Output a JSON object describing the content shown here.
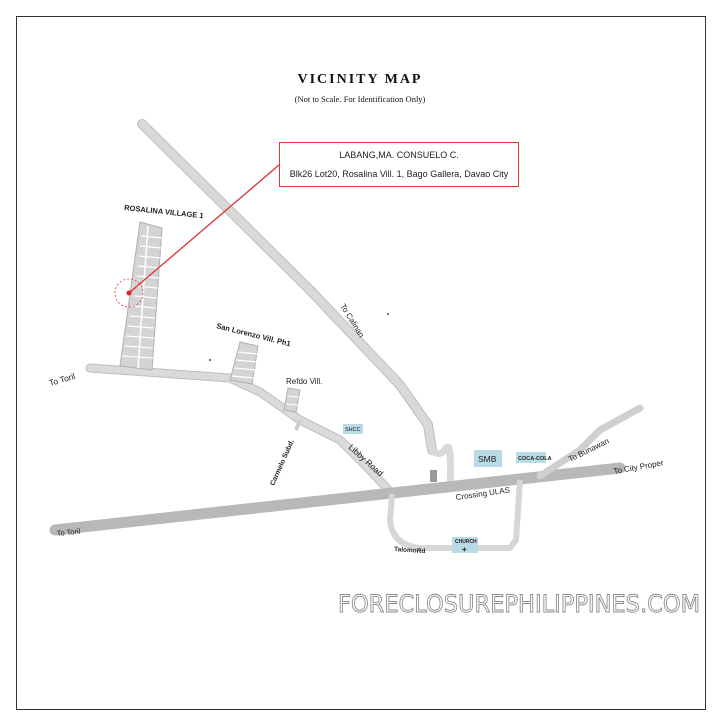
{
  "map": {
    "title": "VICINITY MAP",
    "subtitle": "(Not to Scale. For Identification Only)",
    "callout": {
      "owner": "LABANG,MA. CONSUELO C.",
      "address": "Blk26 Lot20, Rosalina Vill. 1, Bago Gallera, Davao City"
    },
    "labels": {
      "rosalina": "ROSALINA VILLAGE 1",
      "san_lorenzo": "San Lorenzo Vill. Ph1",
      "refdo": "Refdo Vill.",
      "to_calinan": "To Calinan",
      "to_toril_top": "To Toril",
      "to_toril_bottom": "To Toril",
      "carmelo": "Carmelo Subd.",
      "libby": "Libby Road",
      "shcc": "SHCC",
      "smb": "SMB",
      "coca_cola": "COCA-COLA",
      "to_bunawan": "To Bunawan",
      "to_city_proper": "To City Proper",
      "crossing_ulas": "Crossing ULAS",
      "talomo": "TalomoRd",
      "church": "CHURCH",
      "church_cross": "+"
    },
    "watermark": "FORECLOSUREPHILIPPINES.COM",
    "colors": {
      "road": "#d6d6d6",
      "road_edge": "#bdbdbd",
      "main_road": "#c8c8c8",
      "callout_border": "#dd3333",
      "pin": "#dd2222",
      "landmark": "#b9dbe6"
    }
  }
}
